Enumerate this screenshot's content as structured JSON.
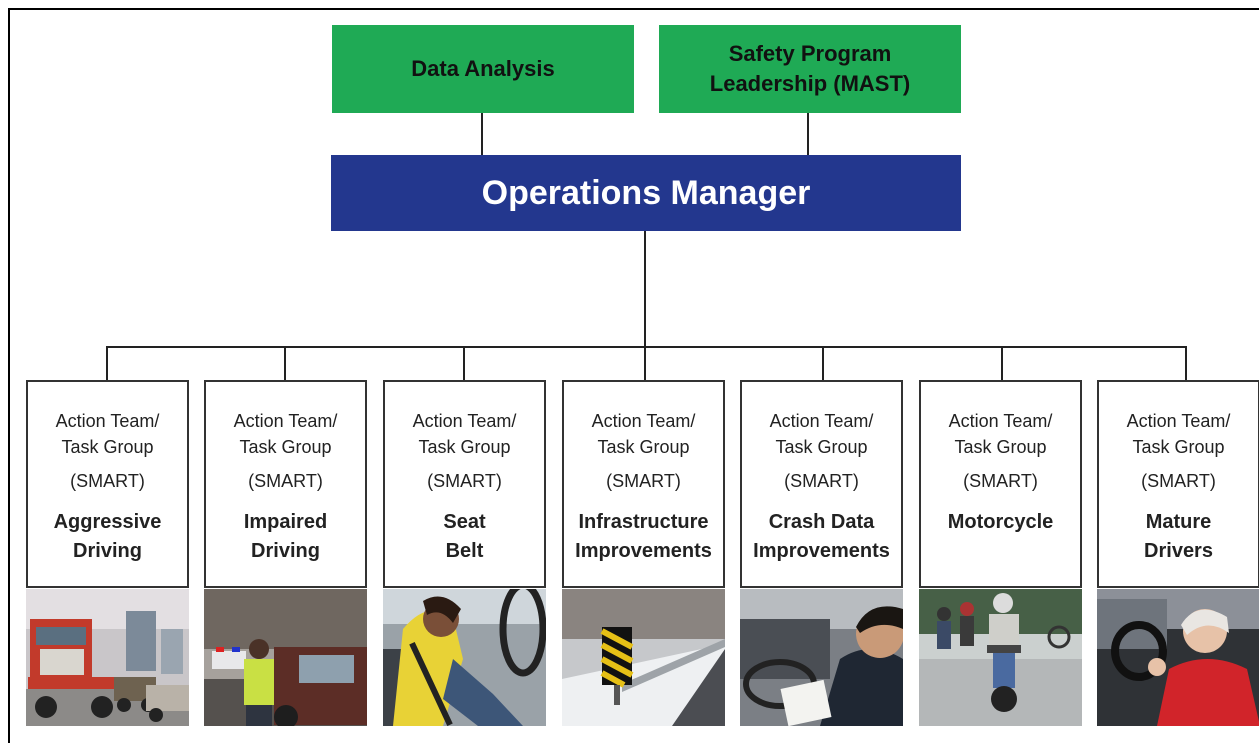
{
  "top_boxes": {
    "data_analysis": "Data Analysis",
    "safety_line1": "Safety Program",
    "safety_line2": "Leadership (MAST)"
  },
  "operations_manager": "Operations Manager",
  "teams": [
    {
      "line1": "Action Team/",
      "line2": "Task Group",
      "line3": "(SMART)",
      "name1": "Aggressive",
      "name2": "Driving",
      "photo": "semi-truck-traffic"
    },
    {
      "line1": "Action Team/",
      "line2": "Task Group",
      "line3": "(SMART)",
      "name1": "Impaired",
      "name2": "Driving",
      "photo": "police-traffic-stop"
    },
    {
      "line1": "Action Team/",
      "line2": "Task Group",
      "line3": "(SMART)",
      "name1": "Seat",
      "name2": "Belt",
      "photo": "woman-buckling-seatbelt"
    },
    {
      "line1": "Action Team/",
      "line2": "Task Group",
      "line3": "(SMART)",
      "name1": "Infrastructure",
      "name2": "Improvements",
      "photo": "road-guardrail-snow"
    },
    {
      "line1": "Action Team/",
      "line2": "Task Group",
      "line3": "(SMART)",
      "name1": "Crash Data",
      "name2": "Improvements",
      "photo": "officer-writing-report"
    },
    {
      "line1": "Action Team/",
      "line2": "Task Group",
      "line3": "(SMART)",
      "name1": "Motorcycle",
      "name2": "",
      "photo": "motorcycle-riders"
    },
    {
      "line1": "Action Team/",
      "line2": "Task Group",
      "line3": "(SMART)",
      "name1": "Mature",
      "name2": "Drivers",
      "photo": "elderly-woman-driving"
    }
  ],
  "colors": {
    "green": "#1faa55",
    "navy": "#23378e"
  }
}
